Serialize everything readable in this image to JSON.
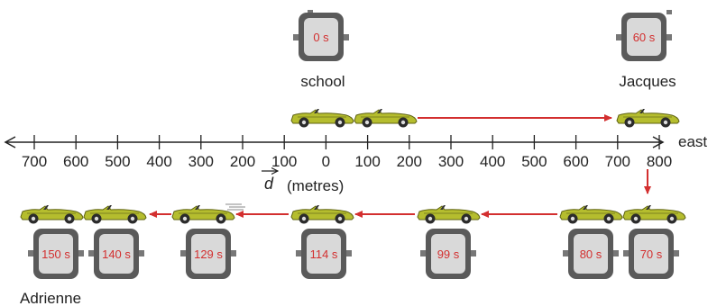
{
  "labels": {
    "school": "school",
    "jacques": "Jacques",
    "adrienne": "Adrienne",
    "east": "east",
    "axis_vector": "d",
    "axis_unit": "(metres)"
  },
  "axis": {
    "ticks": [
      "700",
      "600",
      "500",
      "400",
      "300",
      "200",
      "100",
      "0",
      "100",
      "200",
      "300",
      "400",
      "500",
      "600",
      "700",
      "800"
    ]
  },
  "timers": {
    "school": "0 s",
    "jacques": "60 s",
    "bottom": [
      "150 s",
      "140 s",
      "129 s",
      "114 s",
      "99 s",
      "80 s",
      "70 s"
    ]
  },
  "colors": {
    "car_body": "#b5bd2e",
    "arrow": "#d32f2f",
    "timer_text": "#d32f2f",
    "watch_frame": "#5a5a5a"
  }
}
